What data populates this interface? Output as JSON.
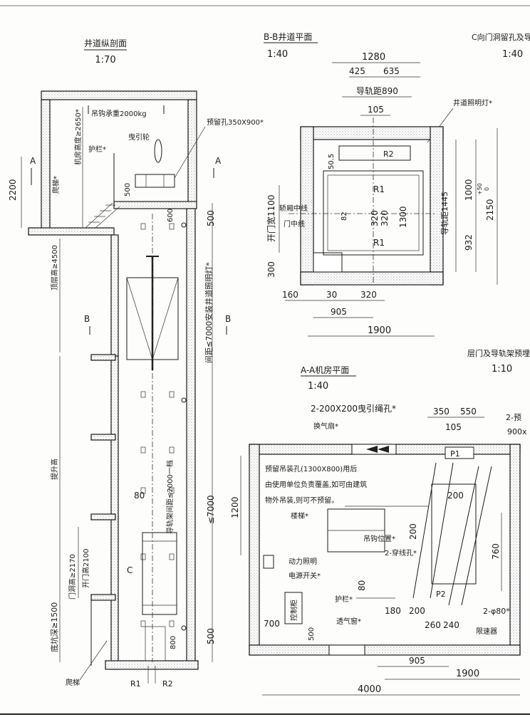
{
  "shaft_section": {
    "title": "井道纵剖面",
    "scale": "1:70",
    "hook_load": "吊钩承重2000kg",
    "machine_height": "机房高度≥2650*",
    "guard": "护栏*",
    "traction": "曳引轮",
    "reserved_hole": "预留孔350X900*",
    "ladder": "爬梯*",
    "top_height": "顶层高≥4500",
    "lamp_spacing": "间距≤7000安装井道照明灯*",
    "rail_bracket": "导轨架间距≤2000一档",
    "hoist": "提升高",
    "door_height": "门洞高≥2170",
    "door_open_height": "开门高2100",
    "pit_depth": "底坑深≥1500",
    "pit_ladder": "爬梯",
    "dim_2200": "2200",
    "dim_500a": "500",
    "dim_500b": "500",
    "dim_500c": "500",
    "dim_600": "600",
    "dim_80": "80",
    "dim_7000": "≤7000",
    "dim_800": "800",
    "label_a": "A",
    "label_b": "B",
    "label_c": "C",
    "r1": "R1",
    "r2": "R2"
  },
  "plan_bb": {
    "title": "B-B井道平面",
    "scale": "1:40",
    "dim_1280": "1280",
    "dim_425": "425",
    "dim_635": "635",
    "rail_span": "导轨距890",
    "dim_105": "105",
    "shaft_lamp": "井道照明灯*",
    "dim_505": "50.5",
    "r2": "R2",
    "r1_top": "R1",
    "r1_bottom": "R1",
    "dim_320a": "320",
    "dim_320b": "320",
    "dim_1300": "1300",
    "dim_82": "82",
    "car_center": "轿厢中线",
    "door_center": "门中线",
    "door_width": "开门宽1100",
    "rail_span_v": "导轨距1445",
    "dim_1000": "1000",
    "dim_2150": "2150",
    "dim_tol": "+50",
    "dim_tol0": "0",
    "dim_932": "932",
    "dim_300": "300",
    "dim_160": "160",
    "dim_30": "30",
    "dim_320c": "320",
    "dim_905": "905",
    "dim_1900": "1900"
  },
  "plan_c": {
    "title": "C向门洞留孔及导",
    "scale": "1:40",
    "title2": "层门及导轨架预埋",
    "scale2": "1:10"
  },
  "plan_aa": {
    "title": "A-A机房平面",
    "scale": "1:40",
    "rope_holes": "2-200X200曳引绳孔*",
    "dim_350": "350",
    "dim_550": "550",
    "dim_105": "105",
    "right_a": "2-预",
    "right_b": "900x",
    "vent_fan": "换气扇*",
    "p1": "P1",
    "p2": "P2",
    "note1": "预留吊装孔(1300X800)用后",
    "note2": "由使用单位负责覆盖,如可由建筑",
    "note3": "物外吊装,则可不预留。",
    "dim_1200": "1200",
    "dim_200a": "200",
    "dim_200b": "200",
    "ladder": "楼梯*",
    "hook": "吊钩位置*",
    "wire_holes": "2-穿线孔*",
    "dim_760": "760",
    "power_switch1": "动力照明",
    "power_switch2": "电源开关*",
    "dim_80": "80",
    "guard": "护栏*",
    "dim_180": "180",
    "dim_200c": "200",
    "control_cabinet": "控制柜",
    "dim_700": "700",
    "dim_500": "500",
    "vent_window": "透气窗*",
    "dim_260": "260",
    "dim_240": "240",
    "phi_holes": "2-φ80*",
    "speed_governor": "限速器",
    "dim_905": "905",
    "dim_1900": "1900",
    "dim_4000": "4000"
  }
}
